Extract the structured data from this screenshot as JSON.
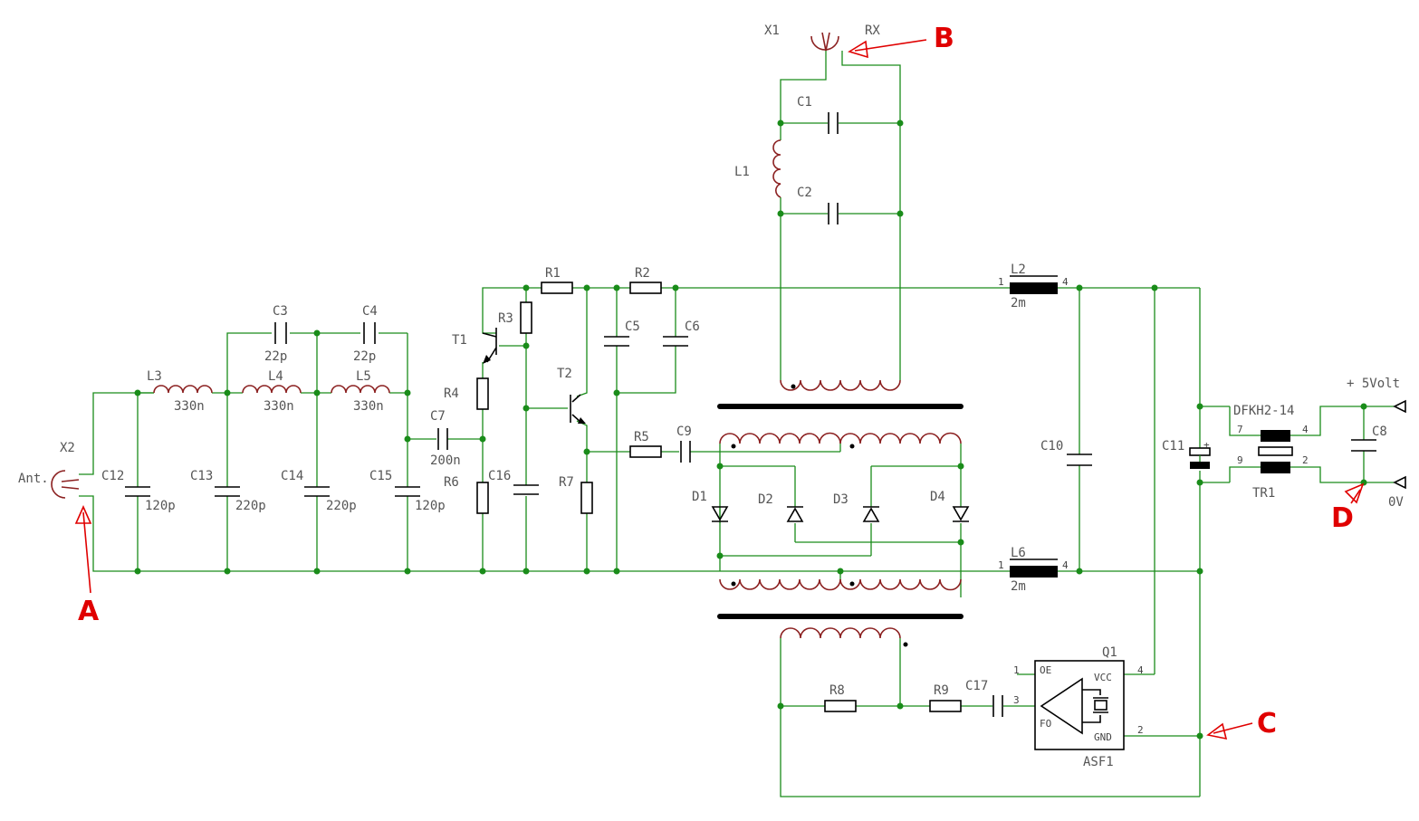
{
  "components": {
    "X1": "X1",
    "RX": "RX",
    "X2": "X2",
    "ANT": "Ant.",
    "C1": "C1",
    "C2": "C2",
    "L1": "L1",
    "C3": "C3",
    "C3v": "22p",
    "C4": "C4",
    "C4v": "22p",
    "L3": "L3",
    "L3v": "330n",
    "L4": "L4",
    "L4v": "330n",
    "L5": "L5",
    "L5v": "330n",
    "C12": "C12",
    "C12v": "120p",
    "C13": "C13",
    "C13v": "220p",
    "C14": "C14",
    "C14v": "220p",
    "C15": "C15",
    "C15v": "120p",
    "C7": "C7",
    "C7v": "200n",
    "R1": "R1",
    "R2": "R2",
    "R3": "R3",
    "R4": "R4",
    "R5": "R5",
    "R6": "R6",
    "R7": "R7",
    "R8": "R8",
    "R9": "R9",
    "T1": "T1",
    "T2": "T2",
    "C5": "C5",
    "C6": "C6",
    "C9": "C9",
    "C16": "C16",
    "C17": "C17",
    "D1": "D1",
    "D2": "D2",
    "D3": "D3",
    "D4": "D4",
    "L2": "L2",
    "L2v": "2m",
    "L6": "L6",
    "L6v": "2m",
    "C10": "C10",
    "C11": "C11",
    "C8": "C8",
    "TR1": "TR1",
    "DFKH": "DFKH2-14",
    "Q1": "Q1",
    "ASF1": "ASF1",
    "OE": "OE",
    "VCC": "VCC",
    "FO": "FO",
    "GND": "GND",
    "VPLUS": "+ 5Volt",
    "V0": "0V"
  },
  "pins": {
    "L2_1": "1",
    "L2_4": "4",
    "L6_1": "1",
    "L6_4": "4",
    "TR_7": "7",
    "TR_4": "4",
    "TR_9": "9",
    "TR_2": "2",
    "Q_1": "1",
    "Q_3": "3",
    "Q_4": "4",
    "Q_2": "2",
    "C11_plus": "+"
  },
  "annotations": {
    "A": "A",
    "B": "B",
    "C": "C",
    "D": "D"
  },
  "colors": {
    "wire": "#1a8c1a",
    "annotation": "#e00000",
    "component": "#000000"
  }
}
